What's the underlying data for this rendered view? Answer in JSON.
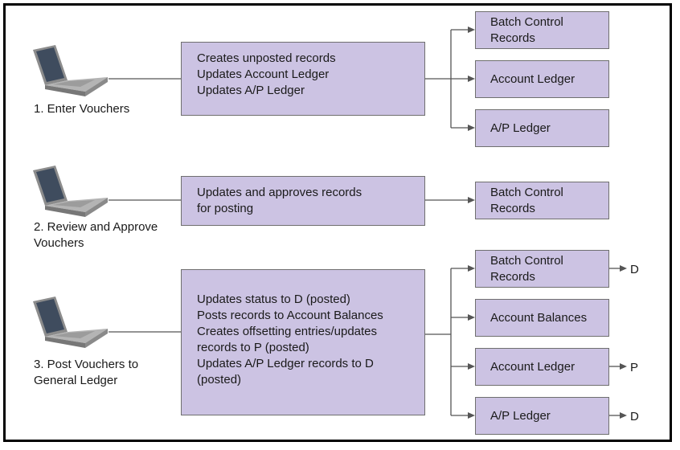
{
  "steps": [
    {
      "caption": [
        "1. Enter Vouchers"
      ],
      "process": [
        "Creates unposted records",
        "Updates Account Ledger",
        "Updates A/P Ledger"
      ],
      "outputs": [
        {
          "label": [
            "Batch Control",
            "Records"
          ],
          "status": ""
        },
        {
          "label": [
            "Account Ledger"
          ],
          "status": ""
        },
        {
          "label": [
            "A/P Ledger"
          ],
          "status": ""
        }
      ]
    },
    {
      "caption": [
        "2. Review and Approve",
        "Vouchers"
      ],
      "process": [
        "Updates and approves records",
        "for posting"
      ],
      "outputs": [
        {
          "label": [
            "Batch Control",
            "Records"
          ],
          "status": ""
        }
      ]
    },
    {
      "caption": [
        "3. Post Vouchers to",
        "General Ledger"
      ],
      "process": [
        "Updates status to D (posted)",
        "Posts records to Account Balances",
        "Creates offsetting entries/updates",
        "records to P (posted)",
        "Updates A/P Ledger records to D",
        "(posted)"
      ],
      "outputs": [
        {
          "label": [
            "Batch Control",
            "Records"
          ],
          "status": "D"
        },
        {
          "label": [
            "Account Balances"
          ],
          "status": ""
        },
        {
          "label": [
            "Account Ledger"
          ],
          "status": "P"
        },
        {
          "label": [
            "A/P Ledger"
          ],
          "status": "D"
        }
      ]
    }
  ],
  "colors": {
    "box_fill": "#ccc3e3",
    "box_border": "#6f6f6f",
    "line": "#555555",
    "laptop_body": "#9a9a9a",
    "laptop_screen": "#3f4c5e"
  },
  "icons": {
    "laptop": "laptop-icon"
  }
}
